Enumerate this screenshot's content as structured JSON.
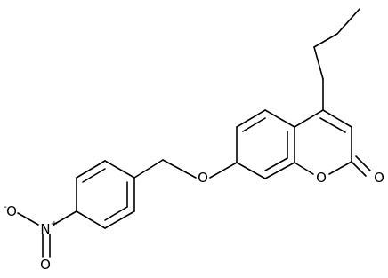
{
  "molecule": {
    "atoms": {
      "ether_oxygen": "O",
      "ring_oxygen": "O",
      "carbonyl_oxygen": "O",
      "nitro_nitrogen": "N",
      "nitro_oxygen_top": "O",
      "nitro_oxygen_bottom": "O",
      "nitrogen_charge": "+",
      "oxygen_charge": "-"
    },
    "colors": {
      "bond": "#000000",
      "label": "#000000",
      "background": "#ffffff"
    }
  }
}
